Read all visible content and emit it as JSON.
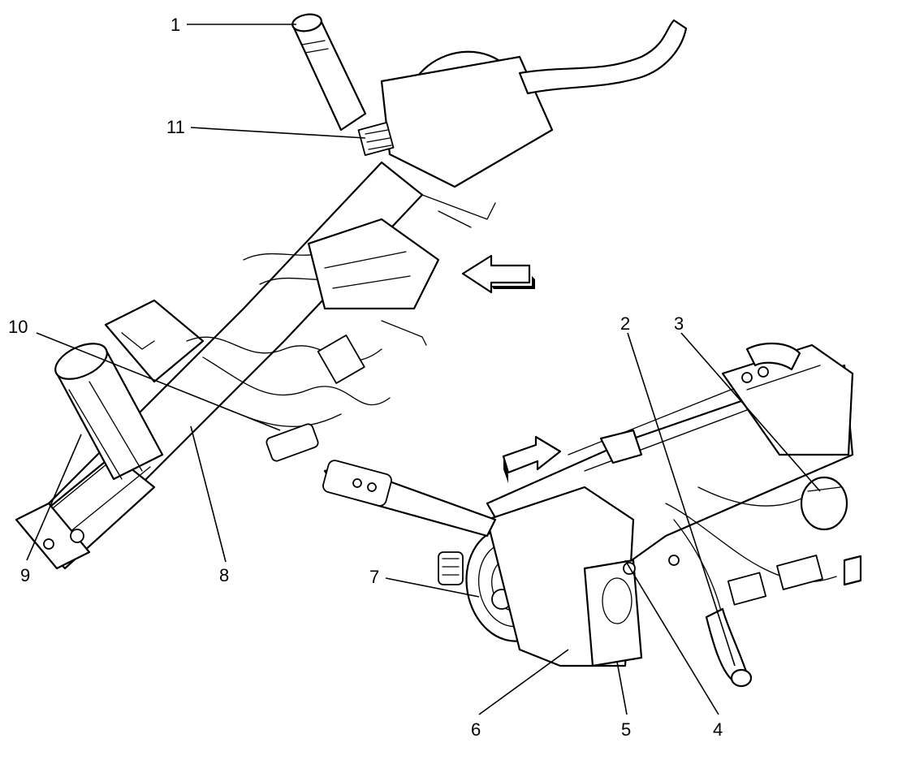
{
  "callouts": [
    {
      "label": "1"
    },
    {
      "label": "2"
    },
    {
      "label": "3"
    },
    {
      "label": "4"
    },
    {
      "label": "5"
    },
    {
      "label": "6"
    },
    {
      "label": "7"
    },
    {
      "label": "8"
    },
    {
      "label": "9"
    },
    {
      "label": "10"
    },
    {
      "label": "11"
    }
  ],
  "colors": {
    "ink": "#000000",
    "paper": "#ffffff"
  },
  "icons": [
    "arrow-left-icon",
    "arrow-diagonal-icon"
  ]
}
